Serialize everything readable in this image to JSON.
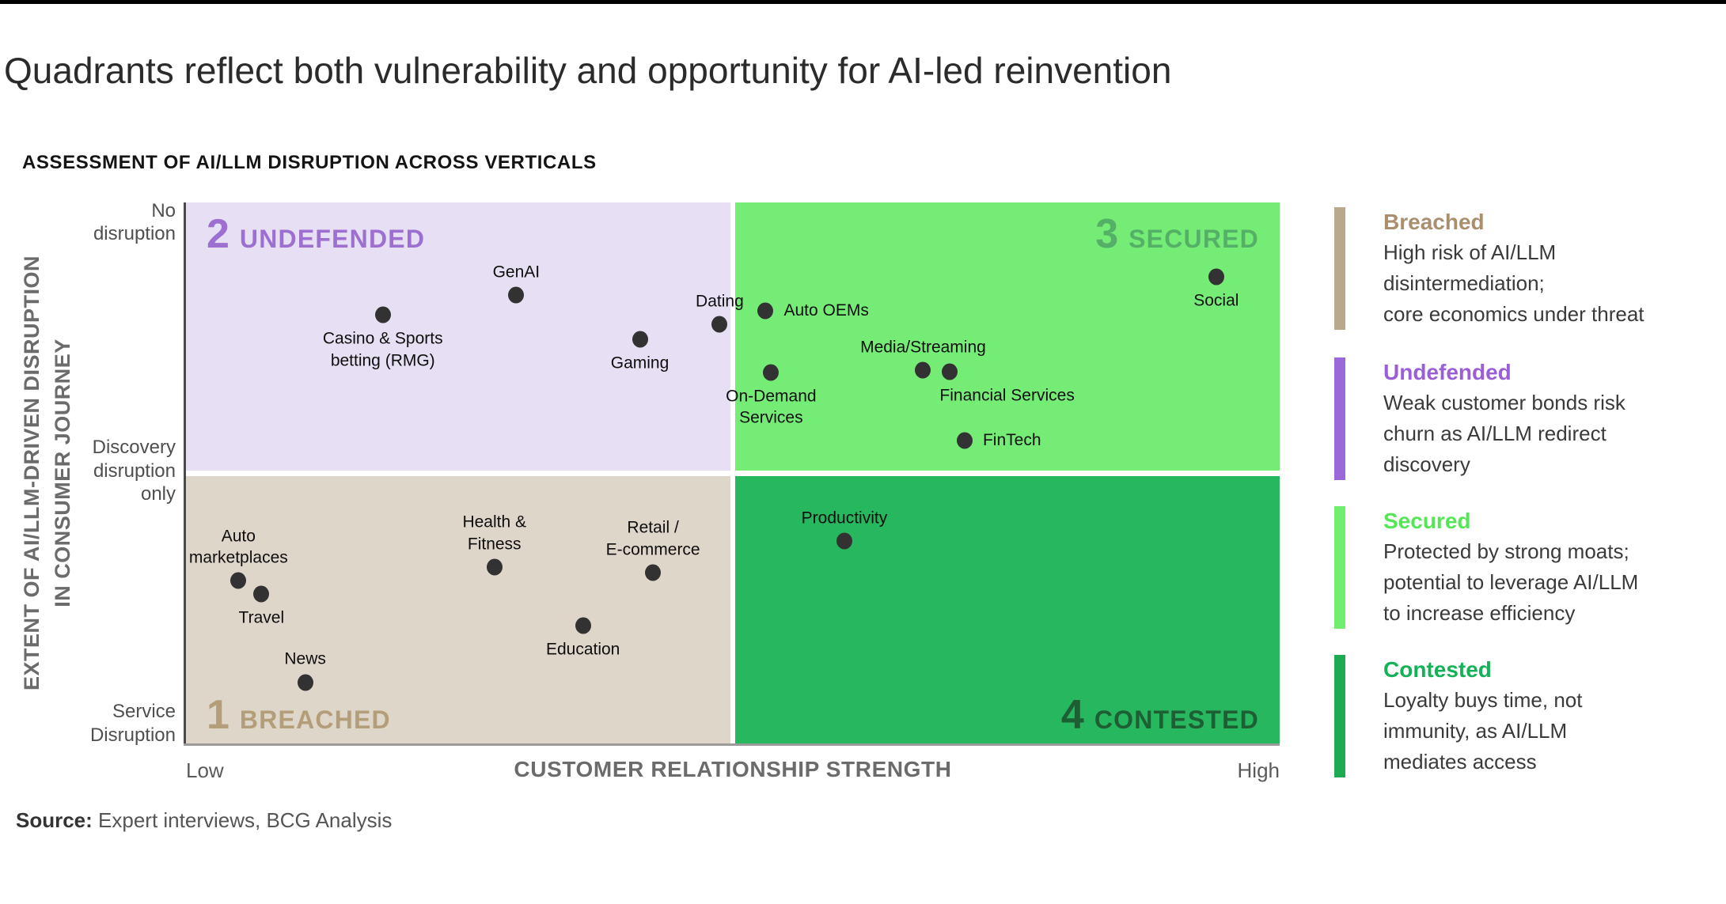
{
  "page": {
    "title": "Quadrants reflect both vulnerability and opportunity for AI-led reinvention",
    "subtitle": "ASSESSMENT OF AI/LLM DISRUPTION ACROSS VERTICALS",
    "source_label": "Source:",
    "source_text": " Expert interviews, BCG Analysis"
  },
  "axes": {
    "x_title": "CUSTOMER RELATIONSHIP STRENGTH",
    "x_min": "Low",
    "x_max": "High",
    "y_title_line1": "EXTENT OF AI/LLM-DRIVEN DISRUPTION",
    "y_title_line2": "IN CONSUMER JOURNEY",
    "y_ticks": [
      {
        "lines": [
          "No",
          "disruption"
        ],
        "pos": "top"
      },
      {
        "lines": [
          "Discovery",
          "disruption",
          "only"
        ],
        "pos": "middle"
      },
      {
        "lines": [
          "Service",
          "Disruption"
        ],
        "pos": "bottom"
      }
    ]
  },
  "colors": {
    "dot": "#323232",
    "y_axis_line": "#4a4a4a",
    "x_axis_line": "#9b9b9b",
    "top_bar": "#000000"
  },
  "chart_data": {
    "type": "scatter",
    "title": "ASSESSMENT OF AI/LLM DISRUPTION ACROSS VERTICALS",
    "x_axis": {
      "title": "CUSTOMER RELATIONSHIP STRENGTH",
      "range_labels": [
        "Low",
        "High"
      ]
    },
    "y_axis": {
      "title": "EXTENT OF AI/LLM-DRIVEN DISRUPTION IN CONSUMER JOURNEY",
      "tick_labels": [
        "No disruption",
        "Discovery disruption only",
        "Service Disruption"
      ]
    },
    "legend_position": "right",
    "grid": false,
    "quadrants": [
      {
        "number": "2",
        "name": "UNDEFENDED",
        "position": "top-left",
        "bg_color": "#e7dff3",
        "label_color": "#9c6fd1",
        "points": [
          {
            "label": "Casino & Sports betting (RMG)",
            "label_lines": [
              "Casino & Sports",
              "betting (RMG)"
            ],
            "x_pct": 18.0,
            "y_pct": 20.8,
            "label_pos": "below"
          },
          {
            "label": "GenAI",
            "label_lines": [
              "GenAI"
            ],
            "x_pct": 30.2,
            "y_pct": 17.1,
            "label_pos": "above"
          },
          {
            "label": "Gaming",
            "label_lines": [
              "Gaming"
            ],
            "x_pct": 41.5,
            "y_pct": 25.3,
            "label_pos": "below"
          },
          {
            "label": "Dating",
            "label_lines": [
              "Dating"
            ],
            "x_pct": 48.8,
            "y_pct": 22.5,
            "label_pos": "above"
          }
        ]
      },
      {
        "number": "3",
        "name": "SECURED",
        "position": "top-right",
        "bg_color": "#75ec76",
        "label_color": "#55b067",
        "points": [
          {
            "label": "Auto OEMs",
            "label_lines": [
              "Auto OEMs"
            ],
            "x_pct": 53.0,
            "y_pct": 20.0,
            "label_pos": "right"
          },
          {
            "label": "Social",
            "label_lines": [
              "Social"
            ],
            "x_pct": 94.2,
            "y_pct": 13.7,
            "label_pos": "below"
          },
          {
            "label": "Media/Streaming",
            "label_lines": [
              "Media/Streaming"
            ],
            "x_pct": 67.4,
            "y_pct": 31.0,
            "label_pos": "above"
          },
          {
            "label": "Financial Services",
            "label_lines": [
              "Financial Services"
            ],
            "x_pct": 69.8,
            "y_pct": 31.3,
            "label_pos": "below",
            "label_dx": 73
          },
          {
            "label": "On-Demand Services",
            "label_lines": [
              "On-Demand",
              "Services"
            ],
            "x_pct": 53.5,
            "y_pct": 31.4,
            "label_pos": "below"
          },
          {
            "label": "FinTech",
            "label_lines": [
              "FinTech"
            ],
            "x_pct": 71.2,
            "y_pct": 44.0,
            "label_pos": "right"
          }
        ]
      },
      {
        "number": "1",
        "name": "BREACHED",
        "position": "bottom-left",
        "bg_color": "#ded6c9",
        "label_color": "#b49d79",
        "points": [
          {
            "label": "Auto marketplaces",
            "label_lines": [
              "Auto",
              "marketplaces"
            ],
            "x_pct": 4.8,
            "y_pct": 69.9,
            "label_pos": "above"
          },
          {
            "label": "Travel",
            "label_lines": [
              "Travel"
            ],
            "x_pct": 6.9,
            "y_pct": 72.4,
            "label_pos": "below"
          },
          {
            "label": "News",
            "label_lines": [
              "News"
            ],
            "x_pct": 10.9,
            "y_pct": 88.7,
            "label_pos": "above"
          },
          {
            "label": "Health & Fitness",
            "label_lines": [
              "Health &",
              "Fitness"
            ],
            "x_pct": 28.2,
            "y_pct": 67.4,
            "label_pos": "above"
          },
          {
            "label": "Education",
            "label_lines": [
              "Education"
            ],
            "x_pct": 36.3,
            "y_pct": 78.2,
            "label_pos": "below"
          },
          {
            "label": "Retail / E-commerce",
            "label_lines": [
              "Retail /",
              "E-commerce"
            ],
            "x_pct": 42.7,
            "y_pct": 68.4,
            "label_pos": "above"
          }
        ]
      },
      {
        "number": "4",
        "name": "CONTESTED",
        "position": "bottom-right",
        "bg_color": "#26b75f",
        "label_color": "#1d5e33",
        "points": [
          {
            "label": "Productivity",
            "label_lines": [
              "Productivity"
            ],
            "x_pct": 60.2,
            "y_pct": 62.6,
            "label_pos": "above"
          }
        ]
      }
    ]
  },
  "legend": {
    "items": [
      {
        "title": "Breached",
        "title_color": "#a98f6e",
        "bar_color": "#b9a78e",
        "lines": [
          "High risk of AI/LLM",
          "disintermediation;",
          "core economics under threat"
        ]
      },
      {
        "title": "Undefended",
        "title_color": "#9a5fd8",
        "bar_color": "#9a68d8",
        "lines": [
          "Weak customer bonds risk",
          "churn as AI/LLM redirect",
          "discovery"
        ]
      },
      {
        "title": "Secured",
        "title_color": "#54e654",
        "bar_color": "#70ee70",
        "lines": [
          "Protected by strong moats;",
          "potential to leverage AI/LLM",
          "to increase efficiency"
        ]
      },
      {
        "title": "Contested",
        "title_color": "#14b257",
        "bar_color": "#1cab53",
        "lines": [
          "Loyalty buys time, not",
          "immunity, as AI/LLM",
          "mediates access"
        ]
      }
    ]
  }
}
